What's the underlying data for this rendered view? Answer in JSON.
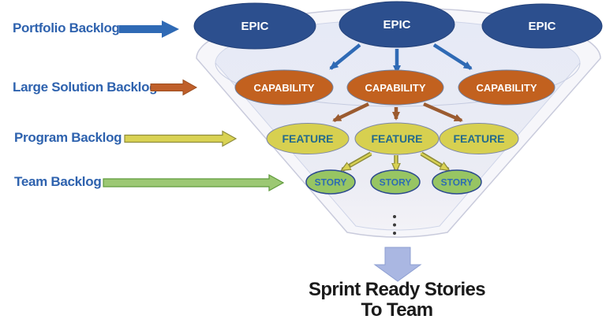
{
  "diagram": {
    "label_text_color": "#2e62ae",
    "backlog_rows": [
      {
        "label": "Portfolio Backlog",
        "arrow_color": "#2f6ab5"
      },
      {
        "label": "Large Solution Backlog",
        "arrow_color": "#bf5f2a"
      },
      {
        "label": "Program Backlog",
        "arrow_color": "#d9d253"
      },
      {
        "label": "Team Backlog",
        "arrow_color": "#9cc873"
      }
    ],
    "funnel": {
      "outer_fill": "#f6f6fa",
      "inner_fill": "#e7ebf6",
      "levels": [
        {
          "name": "portfolio-epics",
          "node_label": "EPIC",
          "count": 3,
          "fill": "#2c4f8e",
          "text_color": "#ffffff"
        },
        {
          "name": "solution-capabilities",
          "node_label": "CAPABILITY",
          "count": 3,
          "fill": "#c2611f",
          "text_color": "#ffffff"
        },
        {
          "name": "program-features",
          "node_label": "FEATURE",
          "count": 3,
          "fill": "#d7d050",
          "text_color": "#256b8b"
        },
        {
          "name": "team-stories",
          "node_label": "STORY",
          "count": 3,
          "fill": "#97c563",
          "text_color": "#2e6cb2"
        }
      ],
      "connector_colors": {
        "epic_to_capability": "#2f6ab5",
        "capability_to_feature": "#9b5b30",
        "feature_to_story": "#d9d253"
      },
      "ellipsis_dot_count": 3
    },
    "output": {
      "arrow_color": "#aab7e2",
      "line1": "Sprint Ready Stories",
      "line2": "To Team",
      "text_color": "#1a1a1a"
    }
  }
}
